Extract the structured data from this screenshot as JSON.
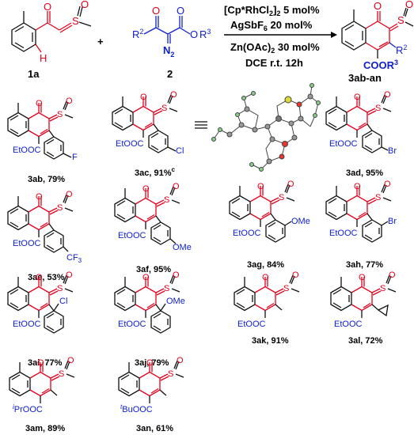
{
  "reagents": {
    "r1_label": "1a",
    "r2_label": "2",
    "plus": "+",
    "r2_R2": "R",
    "r2_sup2": "2",
    "r2_R3": "R",
    "r2_sup3": "3",
    "r2_N2": "N",
    "r2_N2sub": "2",
    "r1_H": "H",
    "atom_O": "O",
    "atom_S": "S"
  },
  "conditions": {
    "line1": "[Cp*RhCl",
    "line1_sub": "2",
    "line1_end": "]",
    "line1_sub2": "2",
    "line1_tail": " 5 mol%",
    "line2": "AgSbF",
    "line2_sub": "6",
    "line2_tail": " 20 mol%",
    "line3": "Zn(OAc)",
    "line3_sub": "2",
    "line3_tail": " 30 mol%",
    "line4": "DCE r.t. 12h"
  },
  "product": {
    "label": "3ab-an",
    "COOR": "COOR",
    "sup3": "3",
    "R": "R",
    "sup2": "2"
  },
  "products": [
    {
      "id": "3ab",
      "label": "3ab, 79%",
      "ester": "EtOOC",
      "sub": "F"
    },
    {
      "id": "3ac",
      "label": "3ac, 91%",
      "label_sup": "c",
      "ester": "EtOOC",
      "sub": "Cl"
    },
    {
      "id": "3ad",
      "label": "3ad, 95%",
      "ester": "EtOOC",
      "sub": "Br"
    },
    {
      "id": "3ae",
      "label": "3ae, 53%",
      "ester": "EtOOC",
      "sub": "CF",
      "sub_sub": "3"
    },
    {
      "id": "3af",
      "label": "3af,  95%",
      "ester": "EtOOC",
      "sub": "OMe"
    },
    {
      "id": "3ag",
      "label": "3ag, 84%",
      "ester": "EtOOC",
      "sub": "OMe"
    },
    {
      "id": "3ah",
      "label": "3ah, 77%",
      "ester": "EtOOC",
      "sub": "Br"
    },
    {
      "id": "3ai",
      "label": "3ai, 77%",
      "ester": "EtOOC",
      "sub": "Cl"
    },
    {
      "id": "3aj",
      "label": "3aj, 79%",
      "ester": "EtOOC",
      "sub": "OMe"
    },
    {
      "id": "3ak",
      "label": "3ak, 91%",
      "ester": "EtOOC"
    },
    {
      "id": "3al",
      "label": "3al, 72%",
      "ester": "EtOOC"
    },
    {
      "id": "3am",
      "label": "3am, 89%",
      "ester_pre": "i",
      "ester": "PrOOC"
    },
    {
      "id": "3an",
      "label": "3an, 61%",
      "ester_pre": "t",
      "ester": "BuOOC"
    }
  ]
}
